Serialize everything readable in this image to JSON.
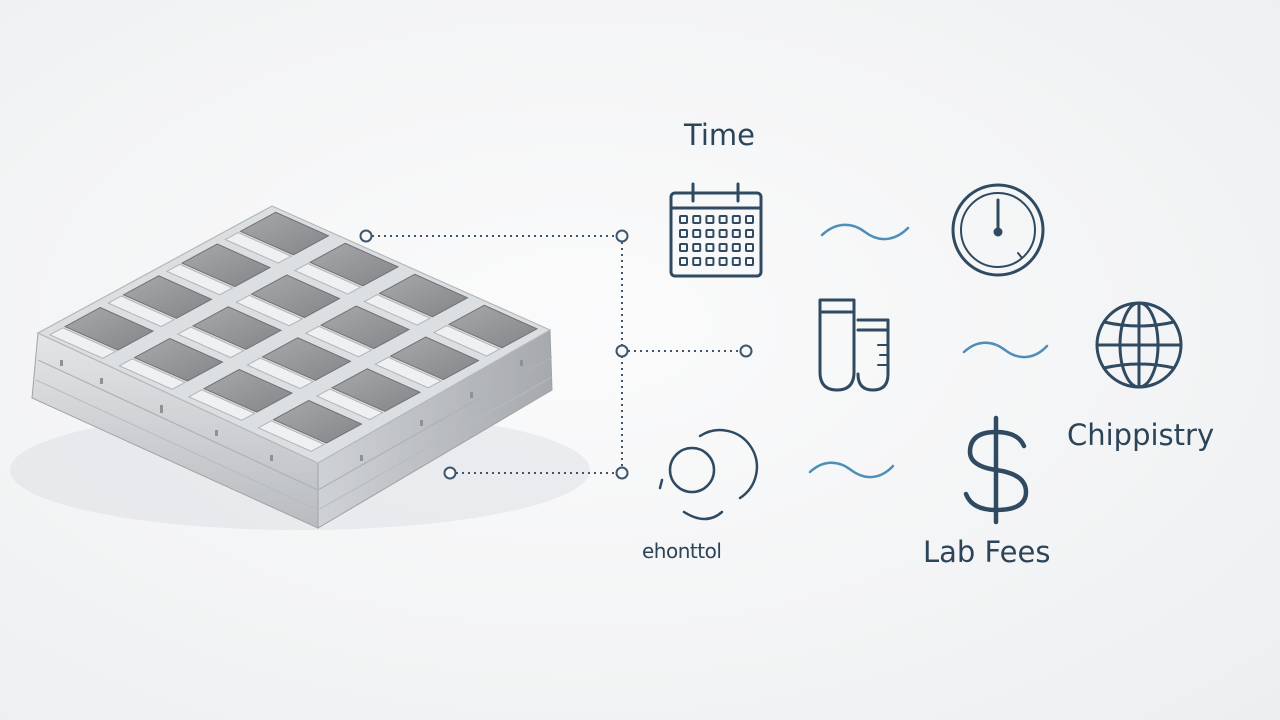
{
  "labels": {
    "time": "Time",
    "chippistry": "Chippistry",
    "lab_fees": "Lab Fees",
    "control": "ehonttol"
  },
  "icons": {
    "battery": "battery-pack-icon",
    "calendar": "calendar-icon",
    "clock": "clock-icon",
    "test_tubes": "test-tubes-icon",
    "globe": "globe-icon",
    "circles": "overlapping-circles-icon",
    "dollar": "dollar-sign-icon",
    "tilde": "tilde-icon"
  },
  "colors": {
    "icon_stroke": "#2f4a61",
    "connector": "#3d566c",
    "tilde": "#4d8fb8",
    "text": "#2c4458"
  }
}
